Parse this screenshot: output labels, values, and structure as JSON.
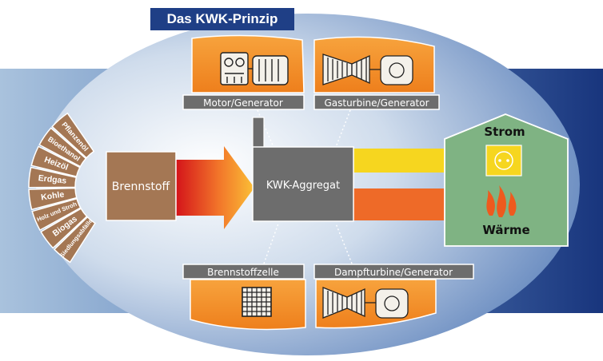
{
  "title": "Das KWK-Prinzip",
  "fuels": [
    "Pflanzenöl",
    "Bioethanol",
    "Heizöl",
    "Erdgas",
    "Kohle",
    "Holz und Stroh",
    "Biogas",
    "Siedlungsabfälle"
  ],
  "source_label": "Brennstoff",
  "center_label": "KWK-Aggregat",
  "technologies": {
    "top_left": "Motor/Generator",
    "top_right": "Gasturbine/Generator",
    "bottom_left": "Brennstoffzelle",
    "bottom_right": "Dampfturbine/Generator"
  },
  "outputs": {
    "power": "Strom",
    "heat": "Wärme"
  },
  "icons": [
    "motor-generator-icon",
    "gasturbine-generator-icon",
    "fuel-cell-icon",
    "steam-turbine-generator-icon",
    "power-socket-icon",
    "flame-icon"
  ],
  "colors": {
    "navy": "#1f3f86",
    "orange": "#f08a1e",
    "brown": "#a47754",
    "green": "#7fb383",
    "yellow": "#f6d61f",
    "gray": "#6d6d6d"
  }
}
